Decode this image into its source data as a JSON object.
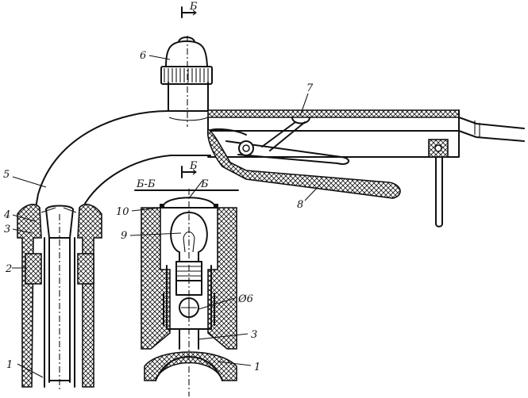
{
  "labels": {
    "p1_left": "1",
    "p1_right": "1",
    "p2": "2",
    "p3_left": "3",
    "p3_right": "3",
    "p4": "4",
    "p5": "5",
    "p6": "6",
    "p7": "7",
    "p8": "8",
    "p9": "9",
    "p10": "10",
    "section_top": "Б",
    "section_bottom": "Б",
    "section_view": "Б-Б",
    "section_mark": "Б",
    "diameter": "Ø6"
  }
}
